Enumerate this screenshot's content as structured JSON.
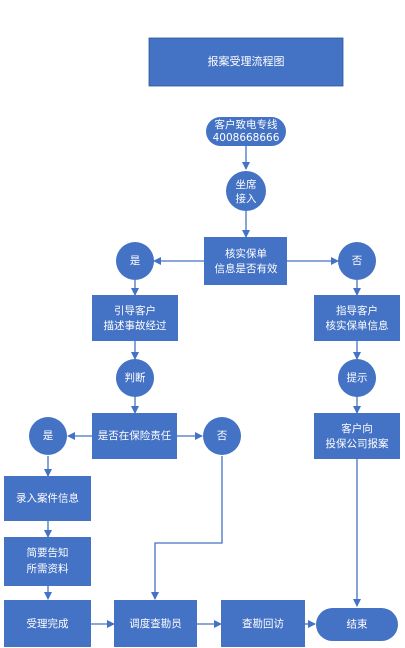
{
  "title": "报案受理流程图",
  "colors": {
    "fill": "#4472C4",
    "line": "#4472C4",
    "text": "#FFFFFF"
  },
  "nodes": {
    "call_in": [
      "客户致电专线",
      "4008668666"
    ],
    "agent": [
      "坐席",
      "接入"
    ],
    "verify_policy": [
      "核实保单",
      "信息是否有效"
    ],
    "yes_1": [
      "是"
    ],
    "no_1": [
      "否"
    ],
    "guide_describe": [
      "引导客户",
      "描述事故经过"
    ],
    "guide_verify": [
      "指导客户",
      "核实保单信息"
    ],
    "judge": [
      "判断"
    ],
    "prompt": [
      "提示"
    ],
    "in_coverage": [
      "是否在保险责任"
    ],
    "yes_2": [
      "是"
    ],
    "no_2": [
      "否"
    ],
    "report_company": [
      "客户向",
      "投保公司报案"
    ],
    "record_case": [
      "录入案件信息"
    ],
    "notify_docs": [
      "简要告知",
      "所需资料"
    ],
    "accept_done": [
      "受理完成"
    ],
    "dispatch": [
      "调度查勘员"
    ],
    "followup": [
      "查勘回访"
    ],
    "end": [
      "结束"
    ]
  }
}
